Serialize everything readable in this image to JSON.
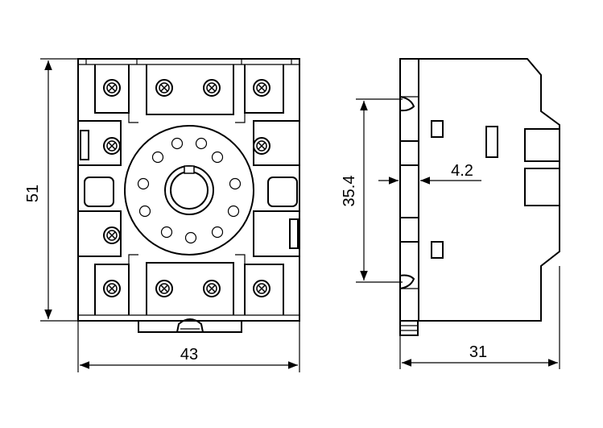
{
  "dimensions": {
    "front_height": "51",
    "front_width": "43",
    "side_rail": "35.4",
    "side_offset": "4.2",
    "side_depth": "31"
  },
  "colors": {
    "line": "#000000",
    "background": "#ffffff"
  }
}
